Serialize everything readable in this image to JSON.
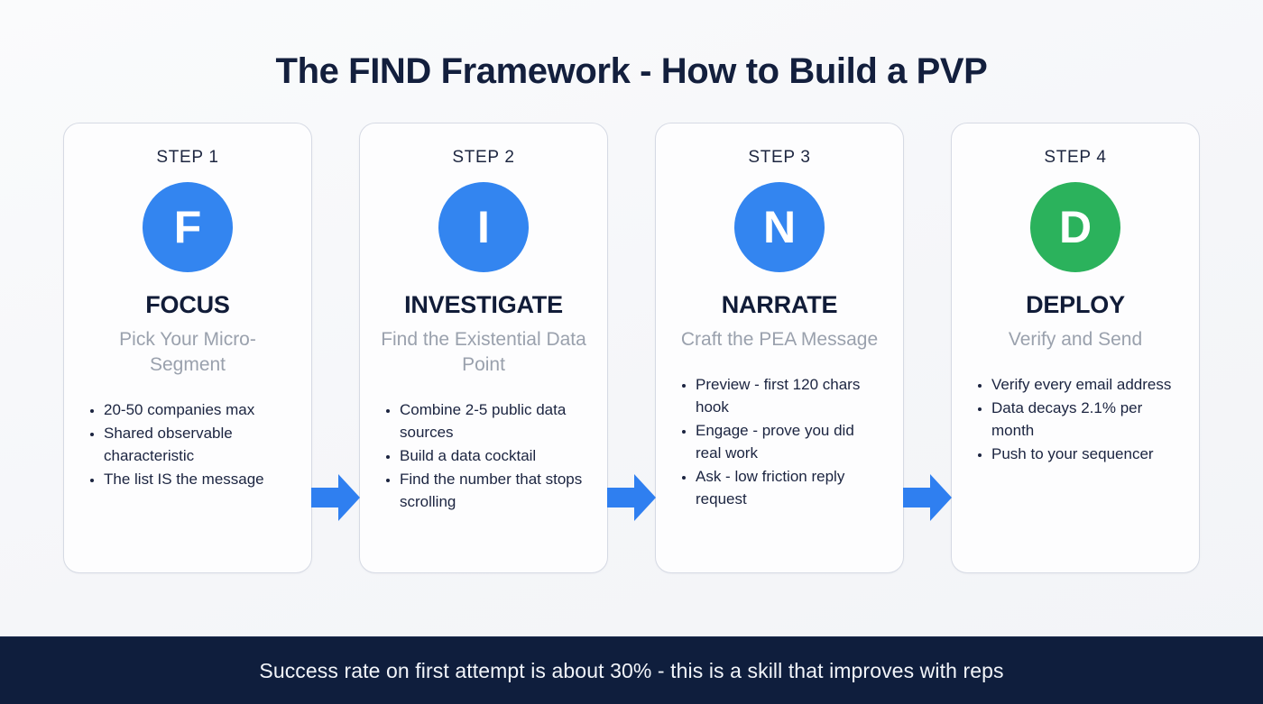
{
  "page": {
    "title": "The FIND Framework - How to Build a PVP",
    "background_color": "#f7f8fa"
  },
  "colors": {
    "accent_blue": "#3385f0",
    "accent_green": "#2bb25c",
    "title_navy": "#131f3d",
    "subtitle_gray": "#9aa1ad",
    "footer_navy": "#0f1e3d",
    "card_border": "#d6dae4",
    "arrow_blue": "#2f7ff0"
  },
  "steps": [
    {
      "step_label": "STEP 1",
      "letter": "F",
      "badge_color": "blue",
      "title": "FOCUS",
      "subtitle": "Pick Your Micro-Segment",
      "bullets": [
        "20-50 companies max",
        "Shared observable characteristic",
        "The list IS the message"
      ]
    },
    {
      "step_label": "STEP 2",
      "letter": "I",
      "badge_color": "blue",
      "title": "INVESTIGATE",
      "subtitle": "Find the Existential Data Point",
      "bullets": [
        "Combine 2-5 public data sources",
        "Build a data cocktail",
        "Find the number that stops scrolling"
      ]
    },
    {
      "step_label": "STEP 3",
      "letter": "N",
      "badge_color": "blue",
      "title": "NARRATE",
      "subtitle": "Craft the PEA Message",
      "bullets": [
        "Preview - first 120 chars hook",
        "Engage - prove you did real work",
        "Ask - low friction reply request"
      ]
    },
    {
      "step_label": "STEP 4",
      "letter": "D",
      "badge_color": "green",
      "title": "DEPLOY",
      "subtitle": "Verify and Send",
      "bullets": [
        "Verify every email address",
        "Data decays 2.1% per month",
        "Push to your sequencer"
      ]
    }
  ],
  "connectors": [
    {
      "icon": "arrow-right-icon"
    },
    {
      "icon": "arrow-right-icon"
    },
    {
      "icon": "arrow-right-icon"
    }
  ],
  "footer": {
    "text": "Success rate on first attempt is about 30% - this is a skill that improves with reps"
  }
}
